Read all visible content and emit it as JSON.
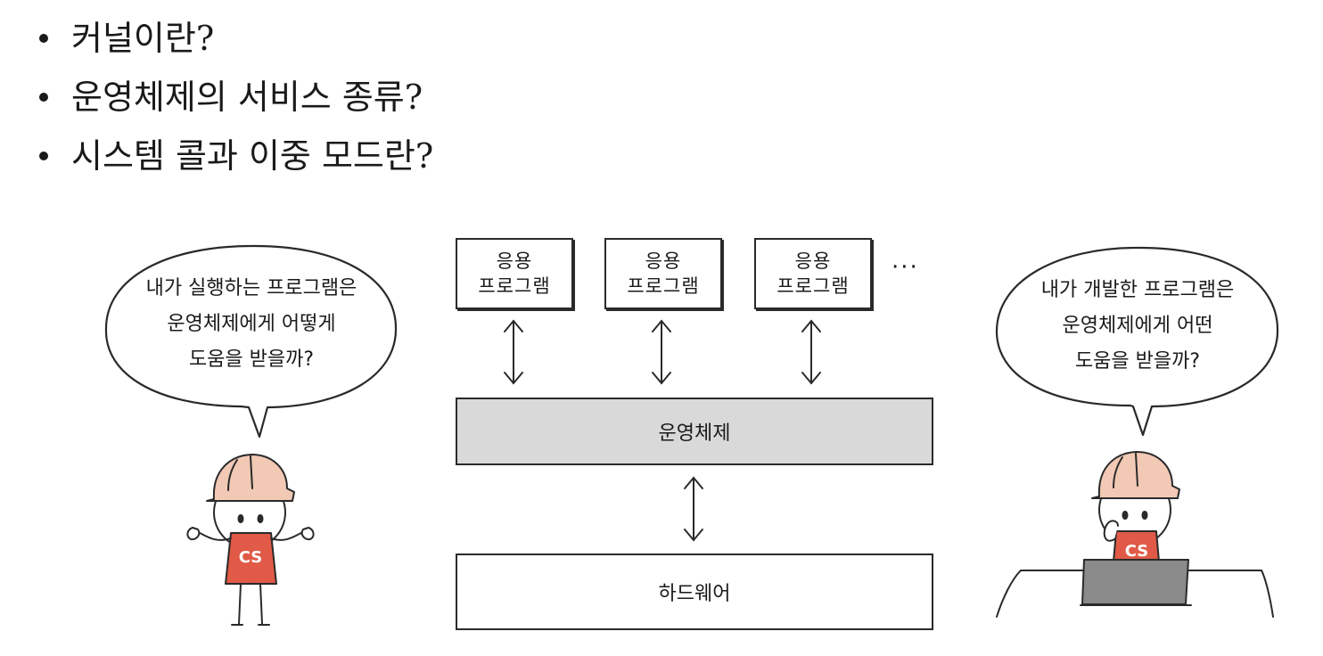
{
  "bullets": [
    "커널이란?",
    "운영체제의 서비스 종류?",
    "시스템 콜과 이중 모드란?"
  ],
  "apps": [
    {
      "line1": "응용",
      "line2": "프로그램"
    },
    {
      "line1": "응용",
      "line2": "프로그램"
    },
    {
      "line1": "응용",
      "line2": "프로그램"
    }
  ],
  "apps_more": "···",
  "os_label": "운영체제",
  "hardware_label": "하드웨어",
  "left_bubble": {
    "line1": "내가 실행하는 프로그램은",
    "line2": "운영체제에게 어떻게",
    "line3": "도움을 받을까?"
  },
  "right_bubble": {
    "line1": "내가 개발한 프로그램은",
    "line2": "운영체제에게 어떤",
    "line3": "도움을 받을까?"
  },
  "shirt_label_left": "CS",
  "shirt_label_right": "CS",
  "colors": {
    "helmet": "#f2c9b5",
    "shirt": "#e05a47",
    "os_fill": "#d9d9d9",
    "laptop": "#8a8a8a"
  }
}
